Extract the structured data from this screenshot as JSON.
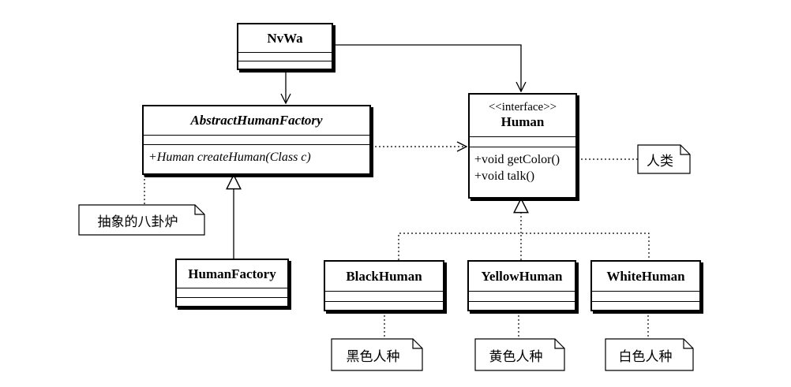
{
  "classes": {
    "nvwa": {
      "name": "NvWa"
    },
    "abstract_factory": {
      "name": "AbstractHumanFactory",
      "method": "+Human createHuman(Class c)"
    },
    "human_factory": {
      "name": "HumanFactory"
    },
    "human": {
      "stereotype": "<<interface>>",
      "name": "Human",
      "methods": [
        "+void getColor()",
        "+void talk()"
      ]
    },
    "black_human": {
      "name": "BlackHuman"
    },
    "yellow_human": {
      "name": "YellowHuman"
    },
    "white_human": {
      "name": "WhiteHuman"
    }
  },
  "notes": {
    "human": "人类",
    "abstract_factory": "抽象的八卦炉",
    "black_human": "黑色人种",
    "yellow_human": "黄色人种",
    "white_human": "白色人种"
  }
}
